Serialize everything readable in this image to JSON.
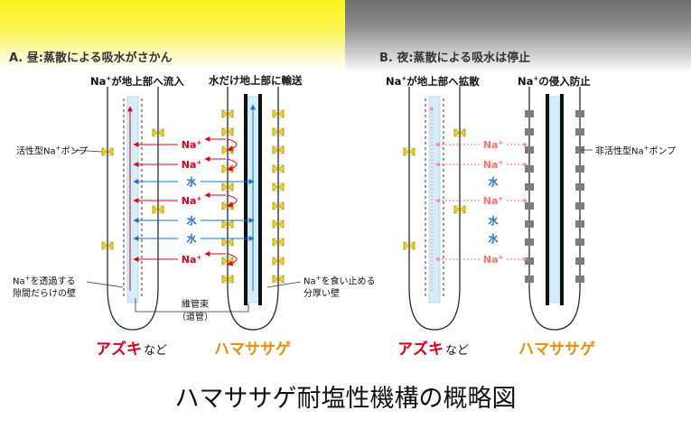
{
  "title": "ハマササゲ耐塩性機構の概略図",
  "sections": [
    {
      "label": "A. 昼:蒸散による吸水がさかん",
      "left_column_label": [
        "Na",
        "+",
        "が地上部へ流入"
      ],
      "right_column_label": "水だけ地上部に輸送",
      "left_pump_label": [
        "活性型Na",
        "+",
        "ポンプ"
      ],
      "left_wall_label": [
        [
          "Na",
          "+",
          "を透過する"
        ],
        "隙間だらけの壁"
      ],
      "right_wall_label": [
        [
          "Na",
          "+",
          "を食い止める"
        ],
        "分厚い壁"
      ],
      "vessel_label": [
        "維管束",
        "（道管）"
      ],
      "plant_left": {
        "name": "アズキ",
        "suffix": "など"
      },
      "plant_right": {
        "name": "ハマササゲ"
      },
      "flow_labels": [
        "Na+",
        "Na+",
        "水",
        "Na+",
        "水",
        "水",
        "Na+"
      ]
    },
    {
      "label": "B. 夜:蒸散による吸水は停止",
      "left_column_label": [
        "Na",
        "+",
        "が地上部へ拡散"
      ],
      "right_column_label": [
        "Na",
        "+",
        "の侵入防止"
      ],
      "right_pump_label": [
        "非活性型Na",
        "+",
        "ポンプ"
      ],
      "plant_left": {
        "name": "アズキ",
        "suffix": "など"
      },
      "plant_right": {
        "name": "ハマササゲ"
      },
      "flow_labels": [
        "Na+",
        "Na+",
        "水",
        "Na+",
        "水",
        "水",
        "Na+"
      ]
    }
  ],
  "colors": {
    "day_background": "#fbf31c",
    "night_background": "#7a7a7a",
    "sodium": "#e0001a",
    "water": "#1f6fc7",
    "azuki": "#d7001c",
    "hamasasage": "#f08c00",
    "active_pump": "#f3d51a",
    "inactive_pump": "#7d7d7d",
    "xylem": "#d4eef8"
  },
  "icons": {
    "active_pump": "yellow-bowtie-pump-icon",
    "inactive_pump": "gray-square-pump-icon"
  }
}
